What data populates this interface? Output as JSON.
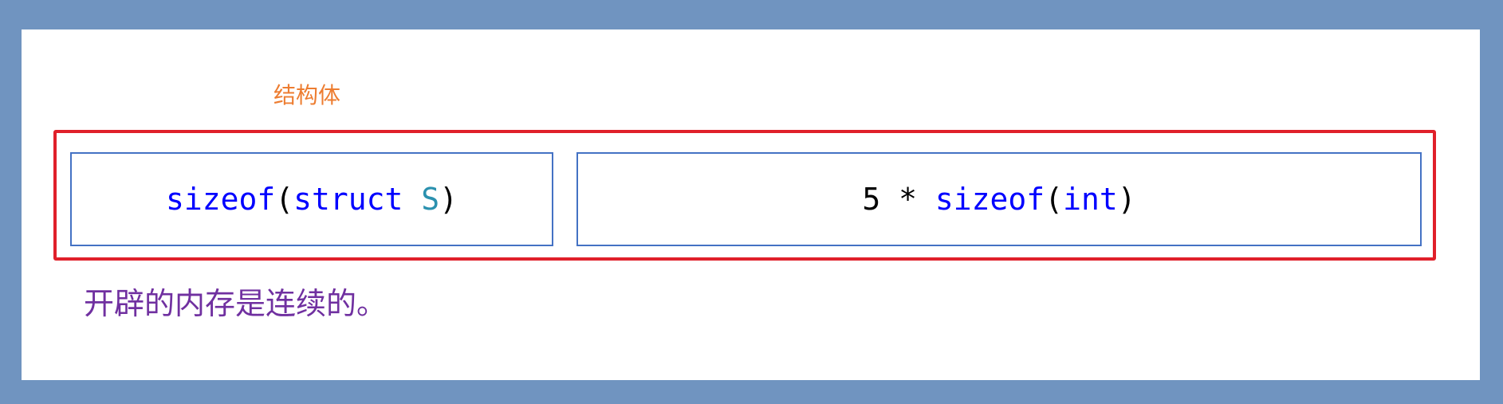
{
  "colors": {
    "background": "#7094c0",
    "slide": "#ffffff",
    "outer_frame": "#e0202a",
    "cell_border": "#4472c4",
    "keyword": "#0000ff",
    "type_name": "#2b91af",
    "plain": "#000000",
    "caption_top": "#ed7d31",
    "caption_bottom": "#7030a0"
  },
  "caption_top": "结构体",
  "left_cell": {
    "tokens": [
      {
        "text": "sizeof",
        "color": "#0000ff"
      },
      {
        "text": "(",
        "color": "#000000"
      },
      {
        "text": "struct",
        "color": "#0000ff"
      },
      {
        "text": " ",
        "color": "#000000"
      },
      {
        "text": "S",
        "color": "#2b91af"
      },
      {
        "text": ")",
        "color": "#000000"
      }
    ]
  },
  "right_cell": {
    "tokens": [
      {
        "text": "5 * ",
        "color": "#000000"
      },
      {
        "text": "sizeof",
        "color": "#0000ff"
      },
      {
        "text": "(",
        "color": "#000000"
      },
      {
        "text": "int",
        "color": "#0000ff"
      },
      {
        "text": ")",
        "color": "#000000"
      }
    ]
  },
  "caption_bottom": "开辟的内存是连续的。"
}
